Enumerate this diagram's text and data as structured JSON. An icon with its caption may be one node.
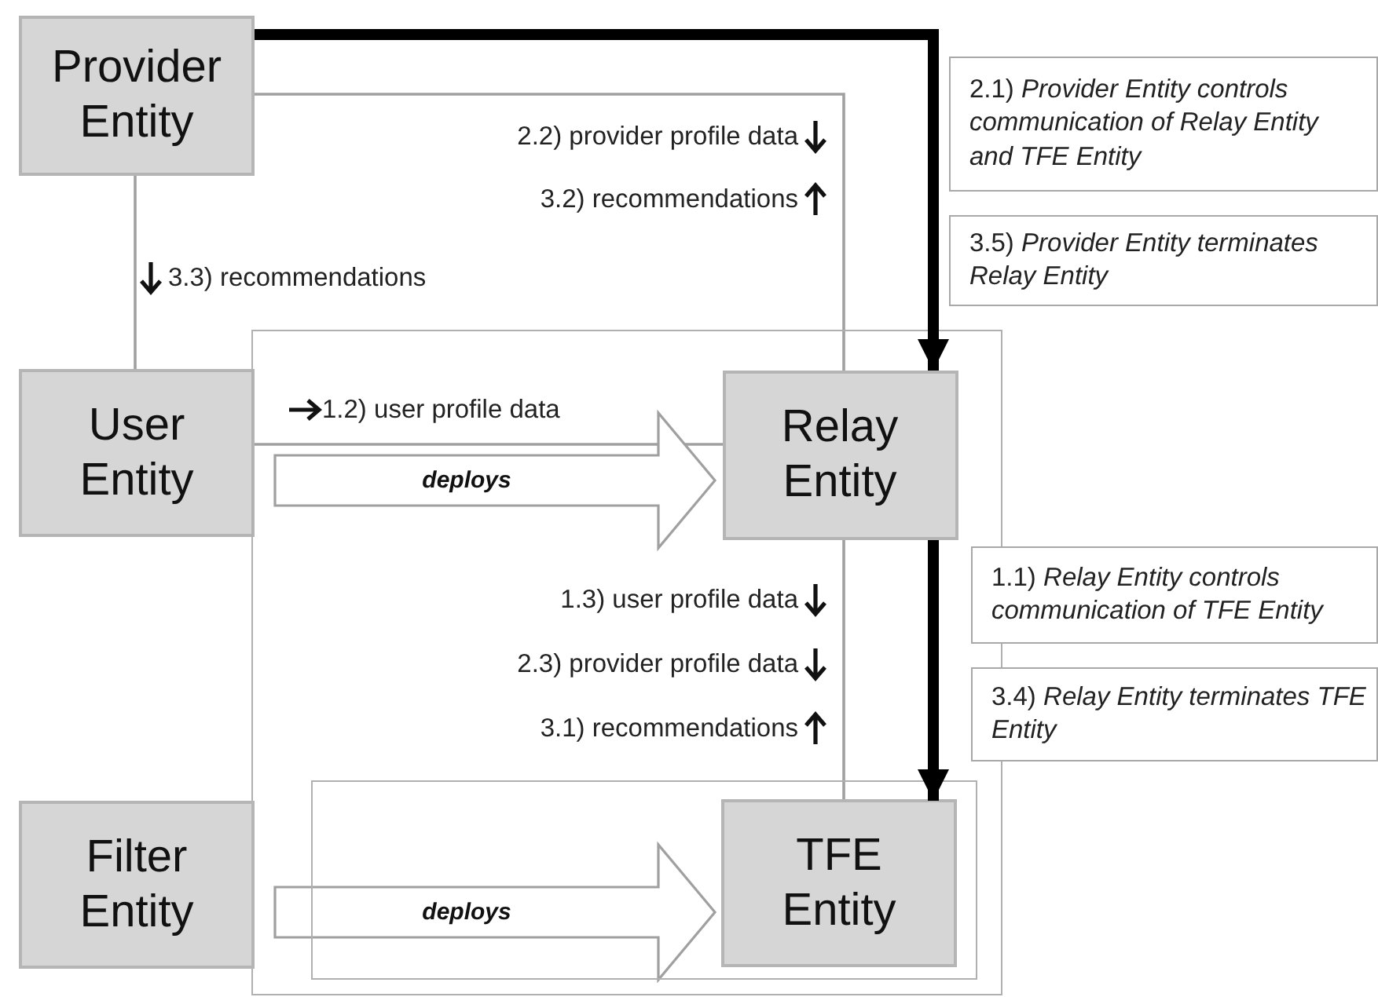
{
  "diagram": {
    "nodes": [
      {
        "text": [
          "Provider Entity"
        ]
      },
      {
        "text": [
          "User Entity"
        ]
      },
      {
        "text": [],
        "shape": "box"
      },
      {
        "text": [
          "Relay Entity"
        ],
        "in": 2
      },
      {
        "text": [
          "Filter Entity"
        ]
      },
      {
        "text": [],
        "shape": "box",
        "in": 2
      },
      {
        "text": [
          "TFE Entity"
        ],
        "in": 5
      },
      {
        "text": [
          "2.1) *Provider Entity controls communication of Relay Entity and TFE Entity*"
        ]
      },
      {
        "text": [
          "3.5) *Provider Entity terminates Relay Entity*"
        ]
      },
      {
        "text": [
          "1.1) *Relay Entity controls communication of TFE Entity*"
        ]
      },
      {
        "text": [
          "3.4) *Relay Entity terminates TFE Entity*"
        ]
      }
    ],
    "edges": [
      {
        "from": 0,
        "to": 3,
        "arrow": "to",
        "style": "thick",
        "color": "#000000"
      },
      {
        "from": 3,
        "to": 6,
        "arrow": "to",
        "style": "thick",
        "color": "#000000"
      },
      {
        "from": 0,
        "to": 3,
        "arrow": "none"
      },
      {
        "from": 0,
        "to": 1,
        "arrow": "none"
      },
      {
        "from": 1,
        "to": 3,
        "arrow": "none"
      },
      {
        "from": 3,
        "to": 6,
        "arrow": "none"
      },
      {
        "from": 1,
        "to": 3,
        "arrow": "to",
        "label": "deploys"
      },
      {
        "from": 4,
        "to": 6,
        "arrow": "to",
        "label": "deploys"
      }
    ],
    "labels": [
      "2.2) provider profile data",
      "3.2) recommendations",
      "3.3) recommendations",
      "1.2) user profile data",
      "1.3) user profile data",
      "2.3) provider profile data",
      "3.1) recommendations"
    ]
  }
}
